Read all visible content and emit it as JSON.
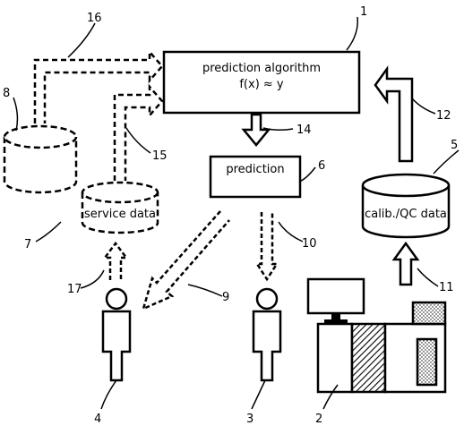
{
  "diagram": {
    "prediction_algorithm": {
      "title": "prediction algorithm",
      "formula": "f(x) ≈ y"
    },
    "prediction_box": {
      "label": "prediction"
    },
    "service_data_db": {
      "label": "service data"
    },
    "calib_db": {
      "label": "calib./QC data"
    },
    "refs": {
      "r1": "1",
      "r2": "2",
      "r3": "3",
      "r4": "4",
      "r5": "5",
      "r6": "6",
      "r7": "7",
      "r8": "8",
      "r9": "9",
      "r10": "10",
      "r11": "11",
      "r12": "12",
      "r14": "14",
      "r15": "15",
      "r16": "16",
      "r17": "17"
    }
  }
}
